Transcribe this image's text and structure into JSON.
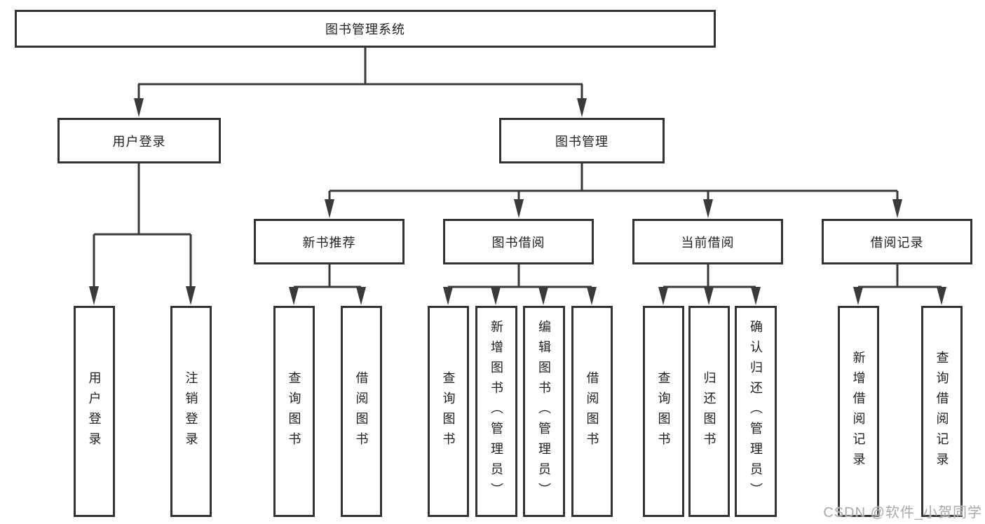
{
  "diagram": {
    "root": {
      "label": "图书管理系统"
    },
    "branches": [
      {
        "label": "用户登录",
        "children": [
          {
            "label": "用户登录"
          },
          {
            "label": "注销登录"
          }
        ]
      },
      {
        "label": "图书管理",
        "groups": [
          {
            "label": "新书推荐",
            "children": [
              {
                "label": "查询图书"
              },
              {
                "label": "借阅图书"
              }
            ]
          },
          {
            "label": "图书借阅",
            "children": [
              {
                "label": "查询图书"
              },
              {
                "label": "新增图书（管理员）"
              },
              {
                "label": "编辑图书（管理员）"
              },
              {
                "label": "借阅图书"
              }
            ]
          },
          {
            "label": "当前借阅",
            "children": [
              {
                "label": "查询图书"
              },
              {
                "label": "归还图书"
              },
              {
                "label": "确认归还（管理员）"
              }
            ]
          },
          {
            "label": "借阅记录",
            "children": [
              {
                "label": "新增借阅记录"
              },
              {
                "label": "查询借阅记录"
              }
            ]
          }
        ]
      }
    ]
  },
  "watermark": {
    "text": "CSDN @软件_小贺同学"
  },
  "colors": {
    "background": "#ffffff",
    "line": "#3a3a3a",
    "box_border": "#333333",
    "text": "#1f1f1f",
    "watermark": "#aaaaaa"
  }
}
